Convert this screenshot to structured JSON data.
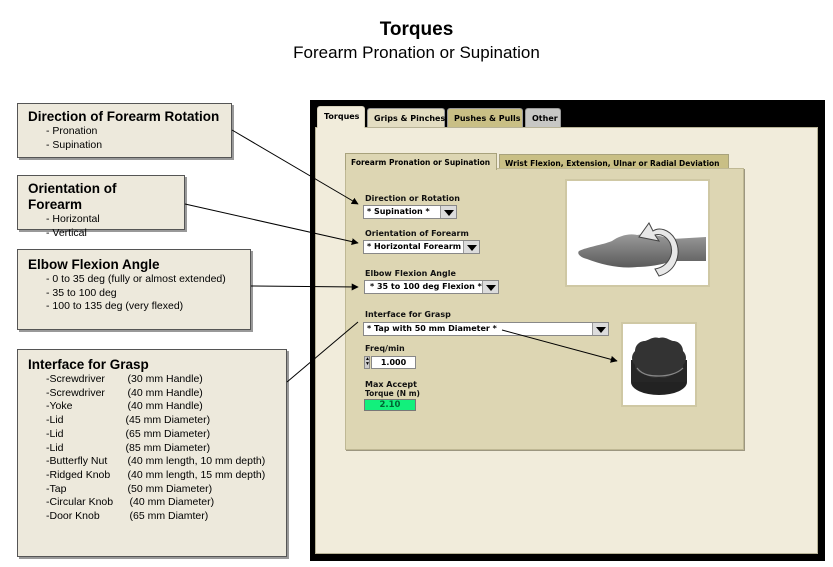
{
  "header": {
    "title": "Torques",
    "subtitle": "Forearm Pronation or Supination"
  },
  "callouts": {
    "direction": {
      "title": "Direction of Forearm Rotation",
      "items": [
        "Pronation",
        "Supination"
      ]
    },
    "orientation": {
      "title": "Orientation of Forearm",
      "items": [
        "Horizontal",
        "Vertical"
      ]
    },
    "elbow": {
      "title": "Elbow Flexion Angle",
      "items": [
        "0 to 35 deg (fully or almost extended)",
        "35 to 100 deg",
        "100 to 135 deg (very flexed)"
      ]
    },
    "grasp": {
      "title": "Interface for Grasp",
      "items": [
        {
          "name": "Screwdriver",
          "spec": "(30 mm Handle)"
        },
        {
          "name": "Screwdriver",
          "spec": "(40 mm Handle)"
        },
        {
          "name": "Yoke",
          "spec": "(40 mm Handle)"
        },
        {
          "name": "Lid",
          "spec": "(45 mm Diameter)"
        },
        {
          "name": "Lid",
          "spec": "(65 mm Diameter)"
        },
        {
          "name": "Lid",
          "spec": "(85 mm Diameter)"
        },
        {
          "name": "Butterfly Nut",
          "spec": "(40 mm length, 10 mm depth)"
        },
        {
          "name": "Ridged Knob",
          "spec": "(40 mm length, 15 mm depth)"
        },
        {
          "name": "Tap",
          "spec": "(50 mm Diameter)"
        },
        {
          "name": "Circular Knob",
          "spec": "(40 mm Diameter)"
        },
        {
          "name": "Door Knob",
          "spec": "(65 mm Diamter)"
        }
      ]
    }
  },
  "app": {
    "main_tabs": [
      {
        "label": "Torques",
        "active": true
      },
      {
        "label": "Grips & Pinches",
        "active": false
      },
      {
        "label": "Pushes & Pulls",
        "active": false
      },
      {
        "label": "Other",
        "active": false
      }
    ],
    "sub_tabs": [
      {
        "label": "Forearm Pronation or Supination",
        "active": true
      },
      {
        "label": "Wrist Flexion, Extension, Ulnar or Radial Deviation",
        "active": false
      }
    ],
    "controls": {
      "direction": {
        "label": "Direction or Rotation",
        "value": "* Supination *"
      },
      "orientation": {
        "label": "Orientation of Forearm",
        "value": "* Horizontal Forearm *"
      },
      "elbow": {
        "label": "Elbow Flexion Angle",
        "value": "* 35 to 100 deg Flexion *"
      },
      "grasp": {
        "label": "Interface for Grasp",
        "value": "* Tap with 50 mm Diameter *"
      },
      "freq": {
        "label": "Freq/min",
        "value": "1.000"
      },
      "result": {
        "label_line1": "Max Accept",
        "label_line2": "Torque (N m)",
        "value": "2.10"
      }
    },
    "images": {
      "forearm": "forearm-supination-image",
      "grasp": "tap-knob-image"
    },
    "colors": {
      "result_fill": "#12f07c",
      "panel_bg": "#ddd6b3",
      "window_bg": "#f1ecdb"
    }
  }
}
